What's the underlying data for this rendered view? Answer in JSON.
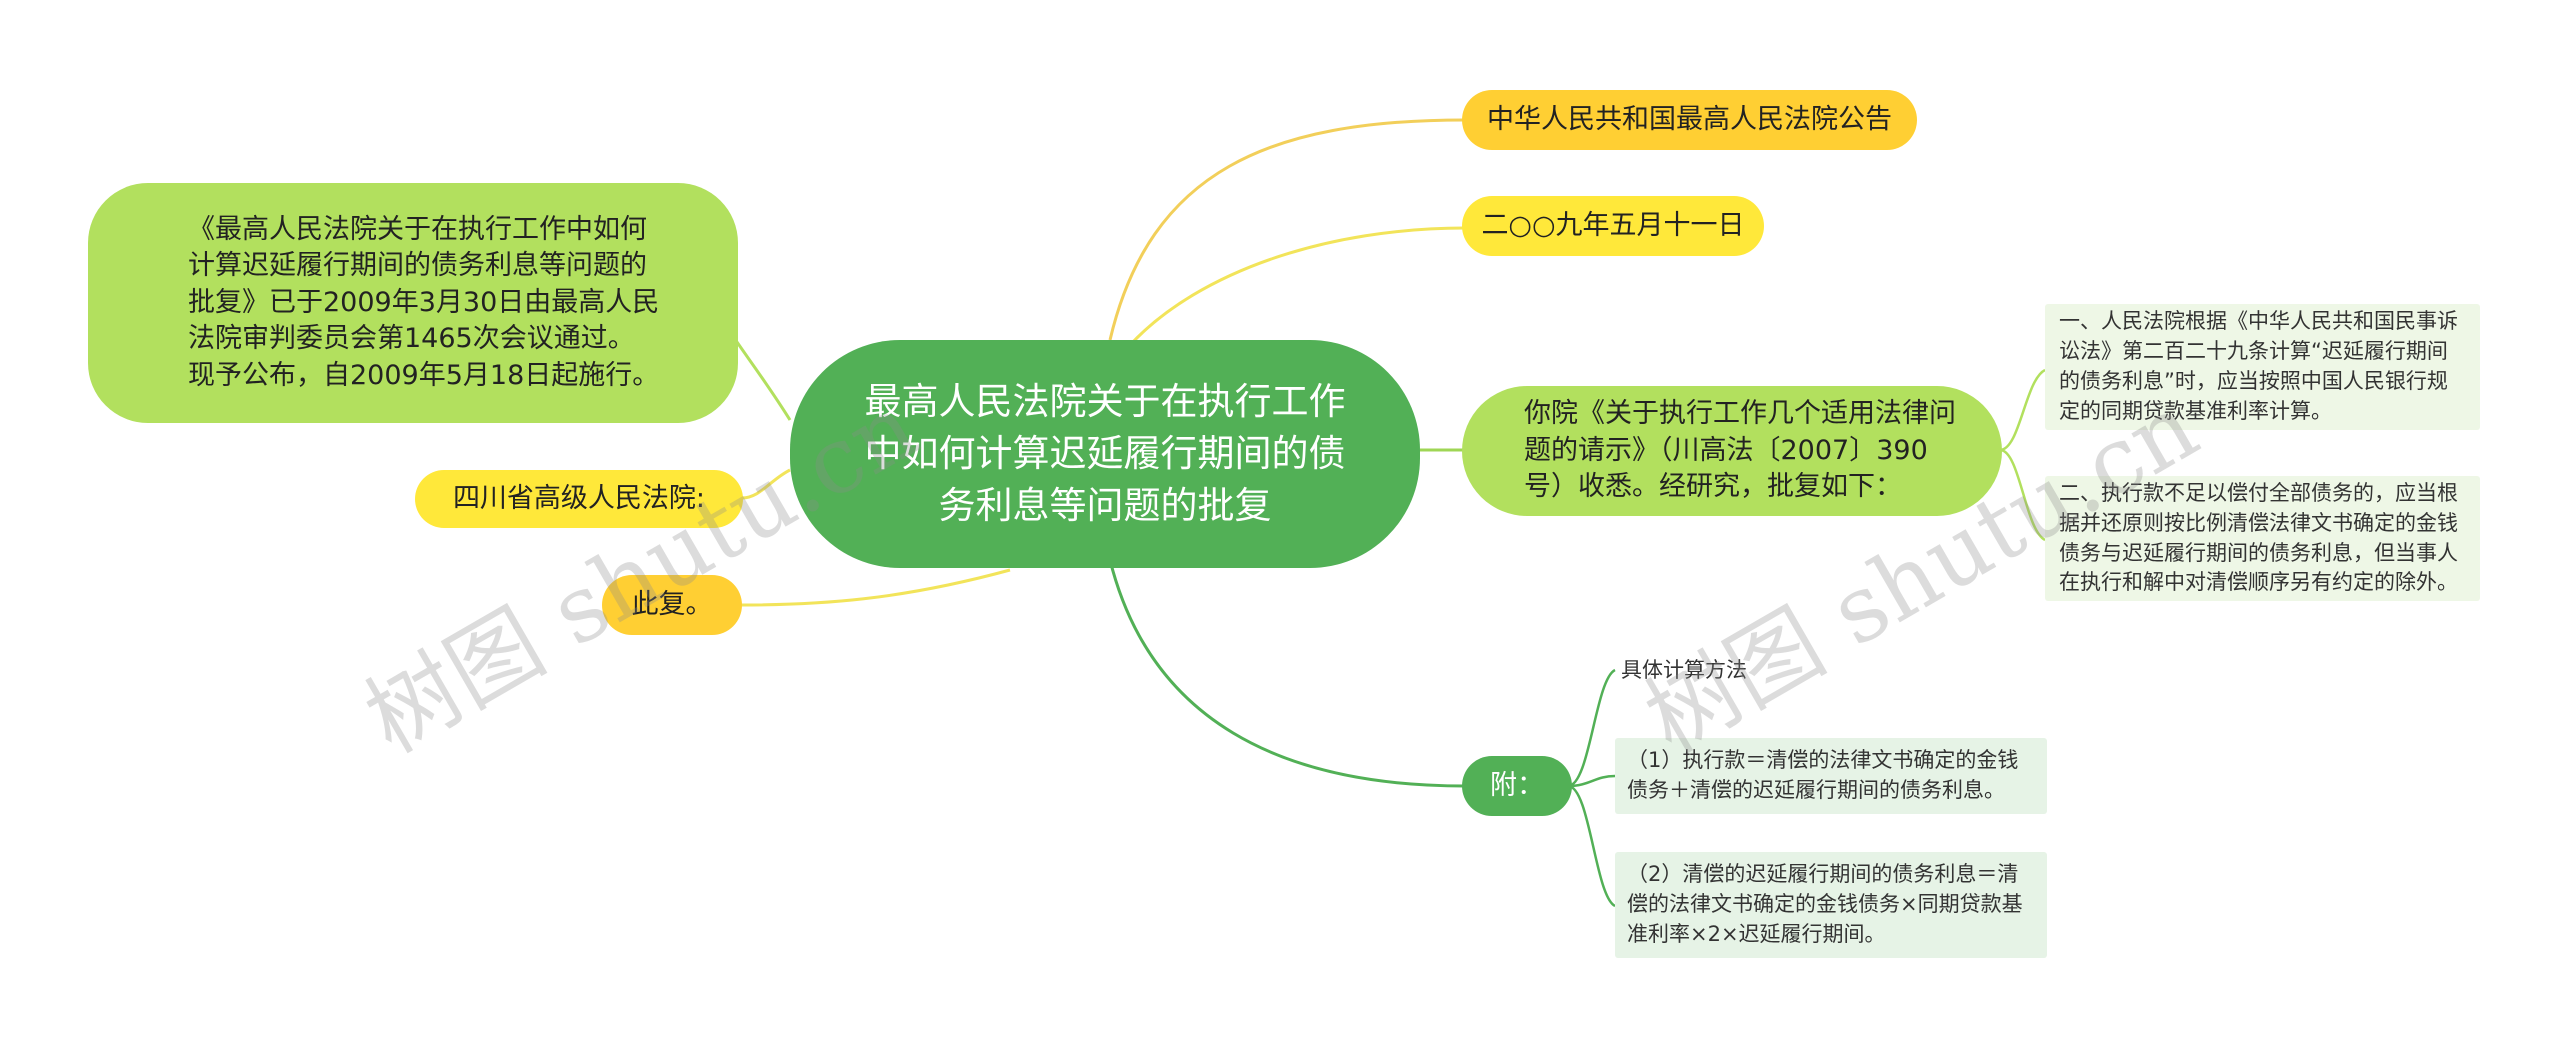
{
  "center": {
    "title": "最高人民法院关于在执行工作中如何计算迟延履行期间的债务利息等问题的批复"
  },
  "left": {
    "announcement": "《最高人民法院关于在执行工作中如何计算迟延履行期间的债务利息等问题的批复》已于2009年3月30日由最高人民法院审判委员会第1465次会议通过。 现予公布，自2009年5月18日起施行。",
    "addressee": "四川省高级人民法院:",
    "closing": "此复。"
  },
  "right": {
    "issuer": "中华人民共和国最高人民法院公告",
    "date": "二○○九年五月十一日",
    "reply_intro": "你院《关于执行工作几个适用法律问题的请示》（川高法〔2007〕390号）收悉。经研究，批复如下：",
    "reply_items": [
      "一、人民法院根据《中华人民共和国民事诉讼法》第二百二十九条计算“迟延履行期间的债务利息”时，应当按照中国人民银行规定的同期贷款基准利率计算。",
      "二、执行款不足以偿付全部债务的，应当根据并还原则按比例清偿法律文书确定的金钱债务与迟延履行期间的债务利息，但当事人在执行和解中对清偿顺序另有约定的除外。"
    ],
    "appendix_label": "附：",
    "appendix_items": [
      "具体计算方法",
      "（1）执行款＝清偿的法律文书确定的金钱债务＋清偿的迟延履行期间的债务利息。",
      "（2）清偿的迟延履行期间的债务利息＝清偿的法律文书确定的金钱债务×同期贷款基准利率×2×迟延履行期间。"
    ]
  },
  "watermarks": [
    "树图 shutu.cn",
    "树图 shutu.cn"
  ],
  "colors": {
    "center": "#52b056",
    "lime": "#b2e05e",
    "yellow": "#ffe83a",
    "orange": "#ffcf33",
    "leaf_bg": "#eef7e6",
    "line_green": "#52b056",
    "line_yellow": "#f0d64a"
  }
}
